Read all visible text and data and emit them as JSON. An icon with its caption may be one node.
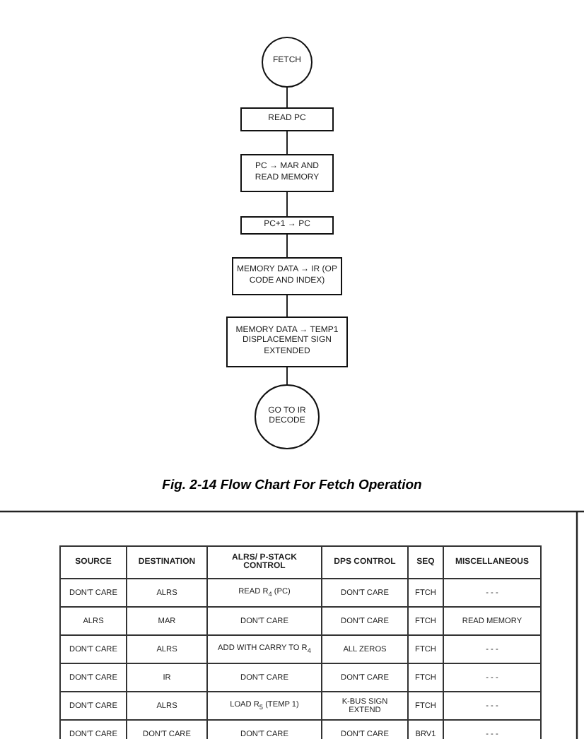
{
  "diagram": {
    "caption": "Fig. 2-14 Flow Chart For Fetch Operation",
    "nodes": [
      {
        "text": [
          "FETCH"
        ]
      },
      {
        "text": [
          "READ PC"
        ]
      },
      {
        "text": [
          "PC → MAR AND READ MEMORY"
        ]
      },
      {
        "text": [
          "PC+1 → PC"
        ]
      },
      {
        "text": [
          "MEMORY DATA → IR (OP CODE AND INDEX)"
        ]
      },
      {
        "text": [
          "MEMORY DATA → TEMP1 DISPLACEMENT SIGN EXTENDED"
        ]
      },
      {
        "text": [
          "GO TO IR DECODE"
        ]
      }
    ],
    "edges": [
      {
        "from": 0,
        "to": 1,
        "arrow": "none"
      },
      {
        "from": 1,
        "to": 2,
        "arrow": "none"
      },
      {
        "from": 2,
        "to": 3,
        "arrow": "none"
      },
      {
        "from": 3,
        "to": 4,
        "arrow": "none"
      },
      {
        "from": 4,
        "to": 5,
        "arrow": "none"
      },
      {
        "from": 5,
        "to": 6,
        "arrow": "none"
      }
    ],
    "labels": [
      "SOURCE",
      "DESTINATION",
      "ALRS/ P-STACK CONTROL",
      "DPS CONTROL",
      "SEQ",
      "MISCELLANEOUS",
      "DON'T CARE",
      "ALRS",
      "READ R$_{4}$ (PC)",
      "DON'T CARE",
      "FTCH",
      "- - -",
      "ALRS",
      "MAR",
      "DON'T CARE",
      "DON'T CARE",
      "FTCH",
      "READ MEMORY",
      "DON'T CARE",
      "ALRS",
      "ADD WITH CARRY TO R$_{4}$",
      "ALL ZEROS",
      "FTCH",
      "- - -",
      "DON'T CARE",
      "IR",
      "DON'T CARE",
      "DON'T CARE",
      "FTCH",
      "- - -",
      "DON'T CARE",
      "ALRS",
      "LOAD R$_{5}$ (TEMP 1)",
      "K-BUS SIGN EXTEND",
      "FTCH",
      "- - -",
      "DON'T CARE",
      "DON'T CARE",
      "DON'T CARE",
      "DON'T CARE",
      "BRV1",
      "- - -"
    ]
  }
}
